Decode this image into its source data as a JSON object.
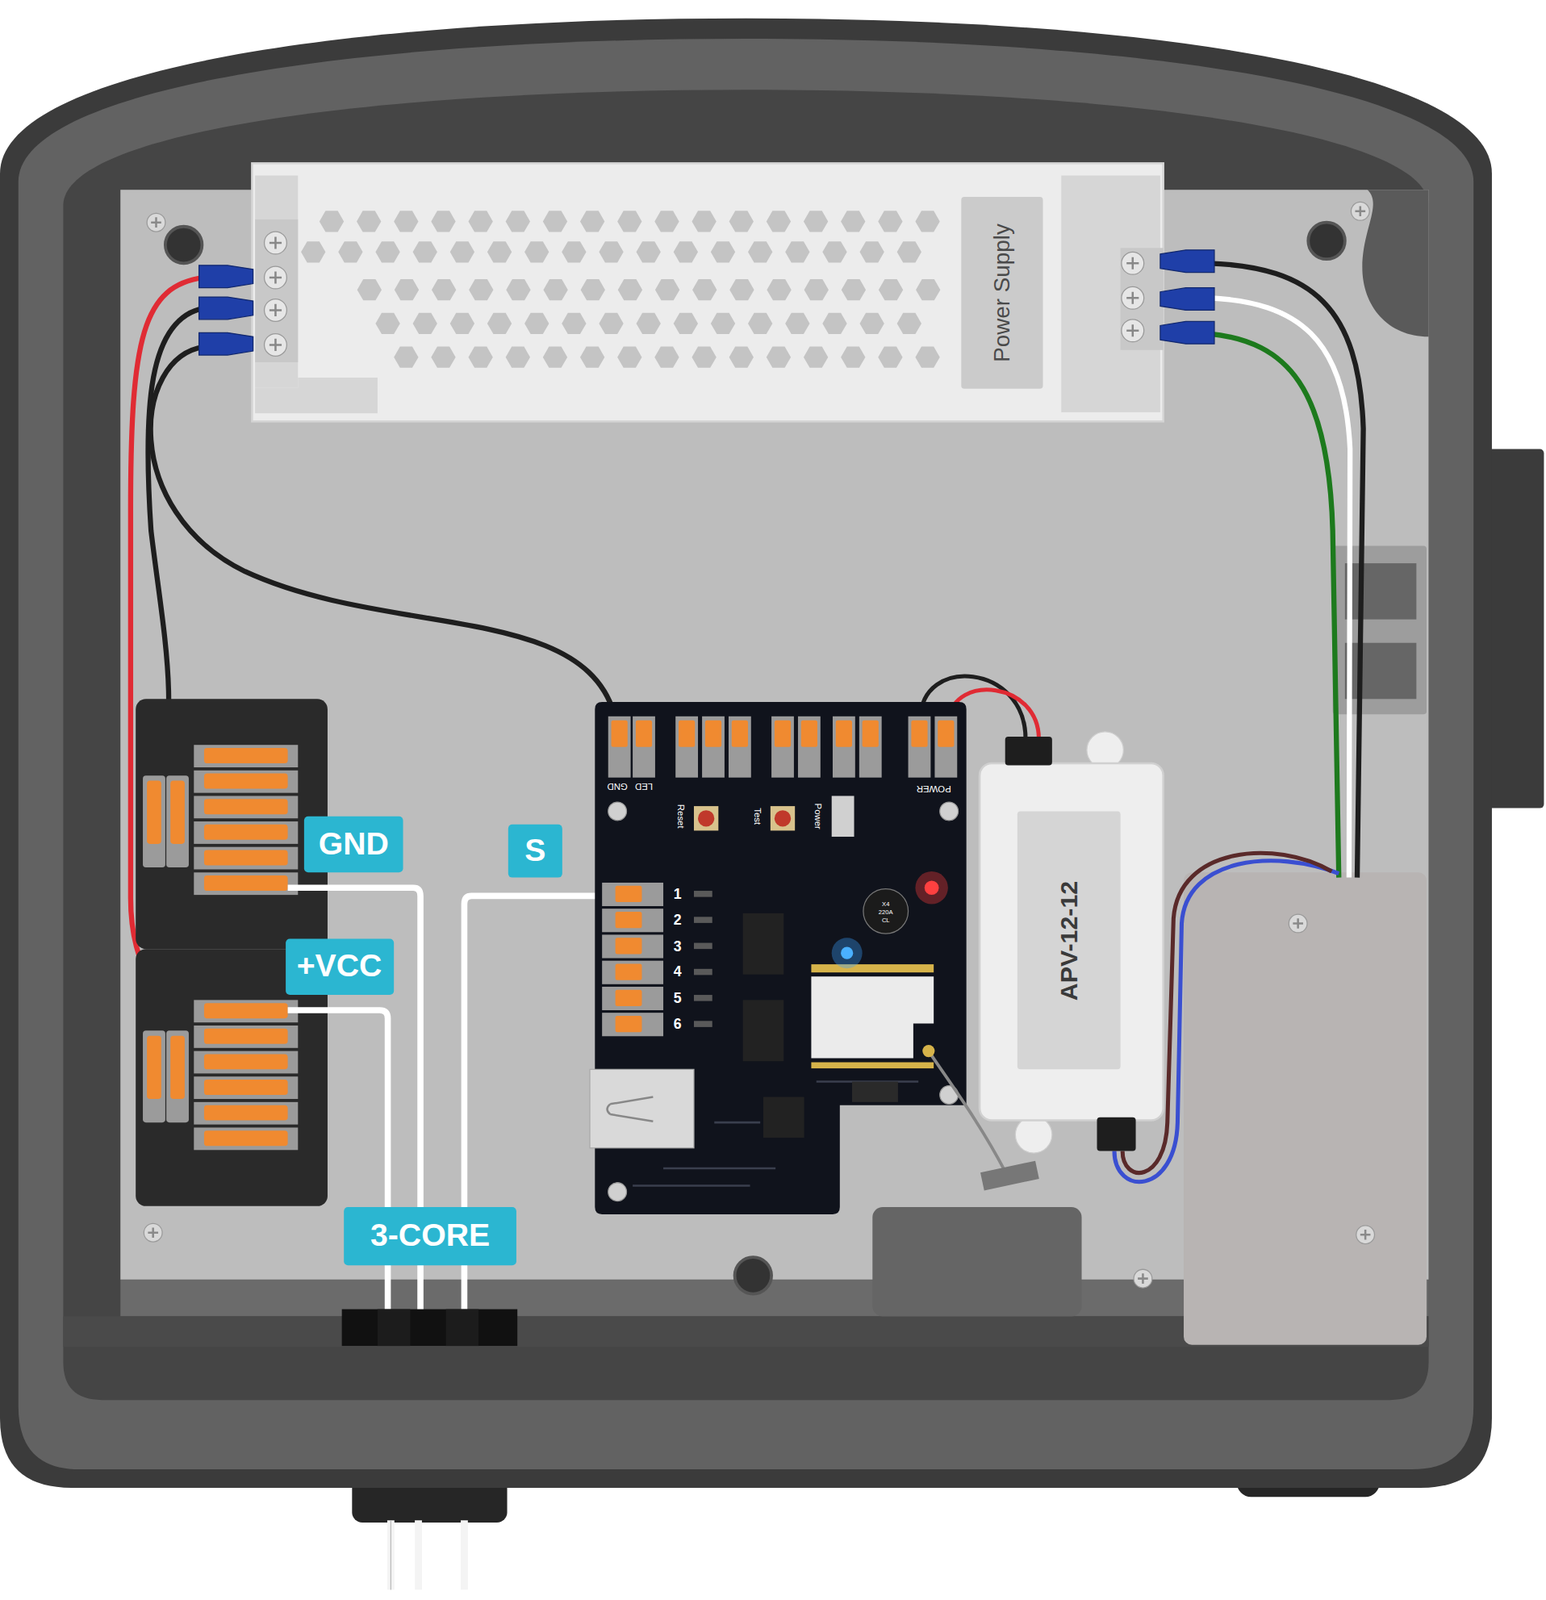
{
  "diagram": {
    "nodes": [
      {
        "text": [
          "Power Supply"
        ]
      },
      {
        "text": [
          "APV-12-12"
        ]
      },
      {
        "text": [
          "GND"
        ]
      },
      {
        "text": [
          "S"
        ]
      },
      {
        "text": [
          "+VCC"
        ]
      },
      {
        "text": [
          "3-CORE"
        ]
      }
    ],
    "labels": [
      "GND",
      "LED",
      "POWER",
      "Reset",
      "Test",
      "Power",
      "1",
      "2",
      "3",
      "4",
      "5",
      "6",
      "X4",
      "220A",
      "CL"
    ]
  }
}
